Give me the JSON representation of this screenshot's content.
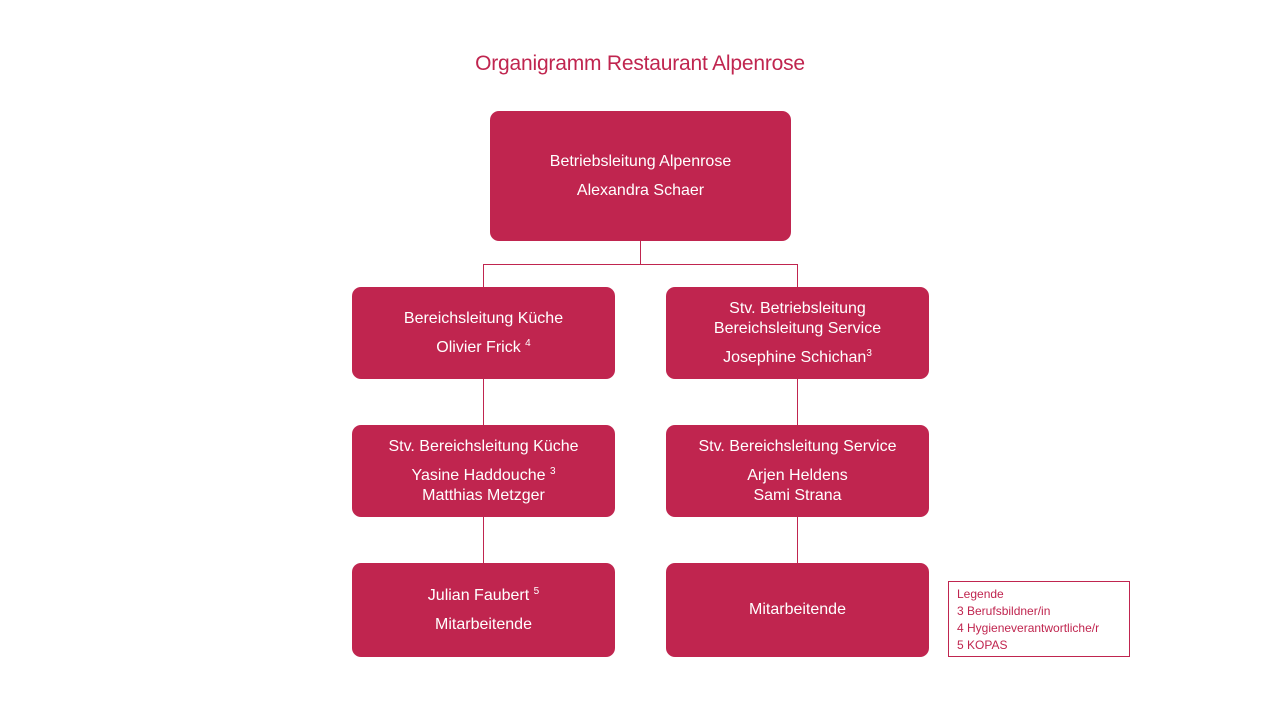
{
  "title": "Organigramm Restaurant Alpenrose",
  "nodes": {
    "root": {
      "role": "Betriebsleitung Alpenrose",
      "name": "Alexandra Schaer"
    },
    "kitchen_lead": {
      "role": "Bereichsleitung Küche",
      "name": "Olivier Frick",
      "sup": "4"
    },
    "service_lead": {
      "role_line1": "Stv. Betriebsleitung",
      "role_line2": "Bereichsleitung Service",
      "name": "Josephine Schichan",
      "sup": "3"
    },
    "kitchen_deputy": {
      "role": "Stv. Bereichsleitung Küche",
      "name1": "Yasine Haddouche",
      "sup1": "3",
      "name2": "Matthias Metzger"
    },
    "service_deputy": {
      "role": "Stv. Bereichsleitung Service",
      "name1": "Arjen Heldens",
      "name2": "Sami Strana"
    },
    "kitchen_staff": {
      "name": "Julian Faubert",
      "sup": "5",
      "role": "Mitarbeitende"
    },
    "service_staff": {
      "role": "Mitarbeitende"
    }
  },
  "legend": {
    "title": "Legende",
    "items": [
      "3 Berufsbildner/in",
      "4 Hygieneverantwortliche/r",
      "5 KOPAS"
    ]
  },
  "colors": {
    "accent": "#c0254f",
    "text_on_accent": "#ffffff"
  }
}
